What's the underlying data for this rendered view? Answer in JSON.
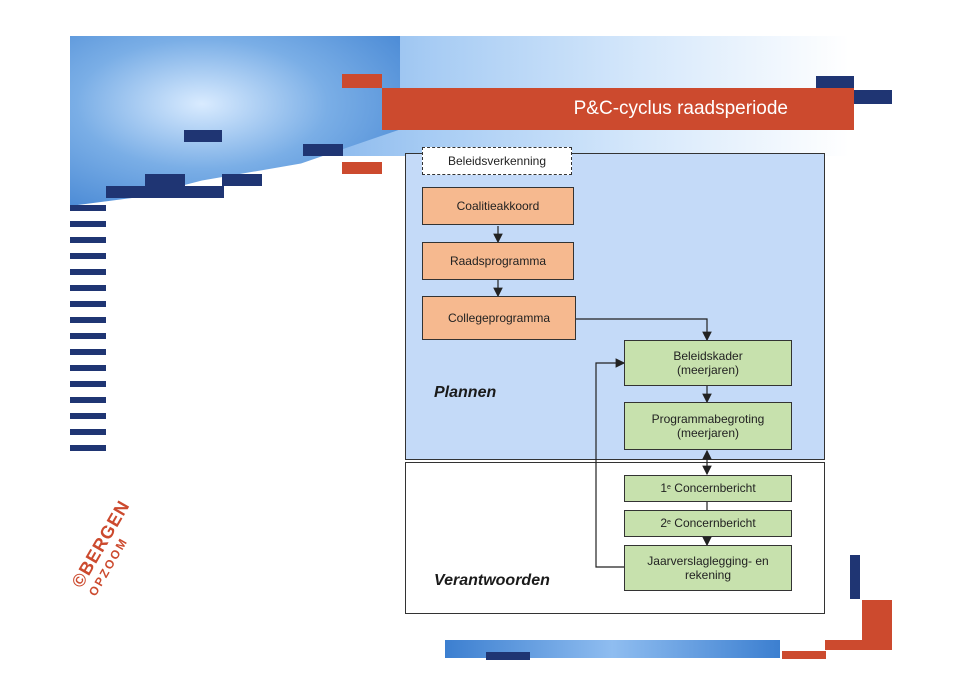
{
  "header": {
    "title": "P&C-cyclus raadsperiode"
  },
  "logo": {
    "line1": "©BERGEN",
    "line2": "OPZOOM"
  },
  "sections": {
    "plannen": "Plannen",
    "verantwoorden": "Verantwoorden"
  },
  "boxes": {
    "beleidsverkenning": "Beleidsverkenning",
    "coalitieakkoord": "Coalitieakkoord",
    "raadsprogramma": "Raadsprogramma",
    "collegeprogramma": "Collegeprogramma",
    "beleidskader_1": "Beleidskader",
    "beleidskader_2": "(meerjaren)",
    "programmabegroting_1": "Programmabegroting",
    "programmabegroting_2": "(meerjaren)",
    "concern1_num": "1",
    "concern1_sup": "e",
    "concern1_text": " Concernbericht",
    "concern2_num": "2",
    "concern2_sup": "e",
    "concern2_text": " Concernbericht",
    "jaarverslag_1": "Jaarverslaglegging- en",
    "jaarverslag_2": "rekening"
  },
  "colors": {
    "accent_red": "#cc4a2e",
    "navy": "#1f3573",
    "plan_panel": "#c4daf8",
    "orange_box": "#f6b98f",
    "green_box": "#c7e1ad"
  }
}
